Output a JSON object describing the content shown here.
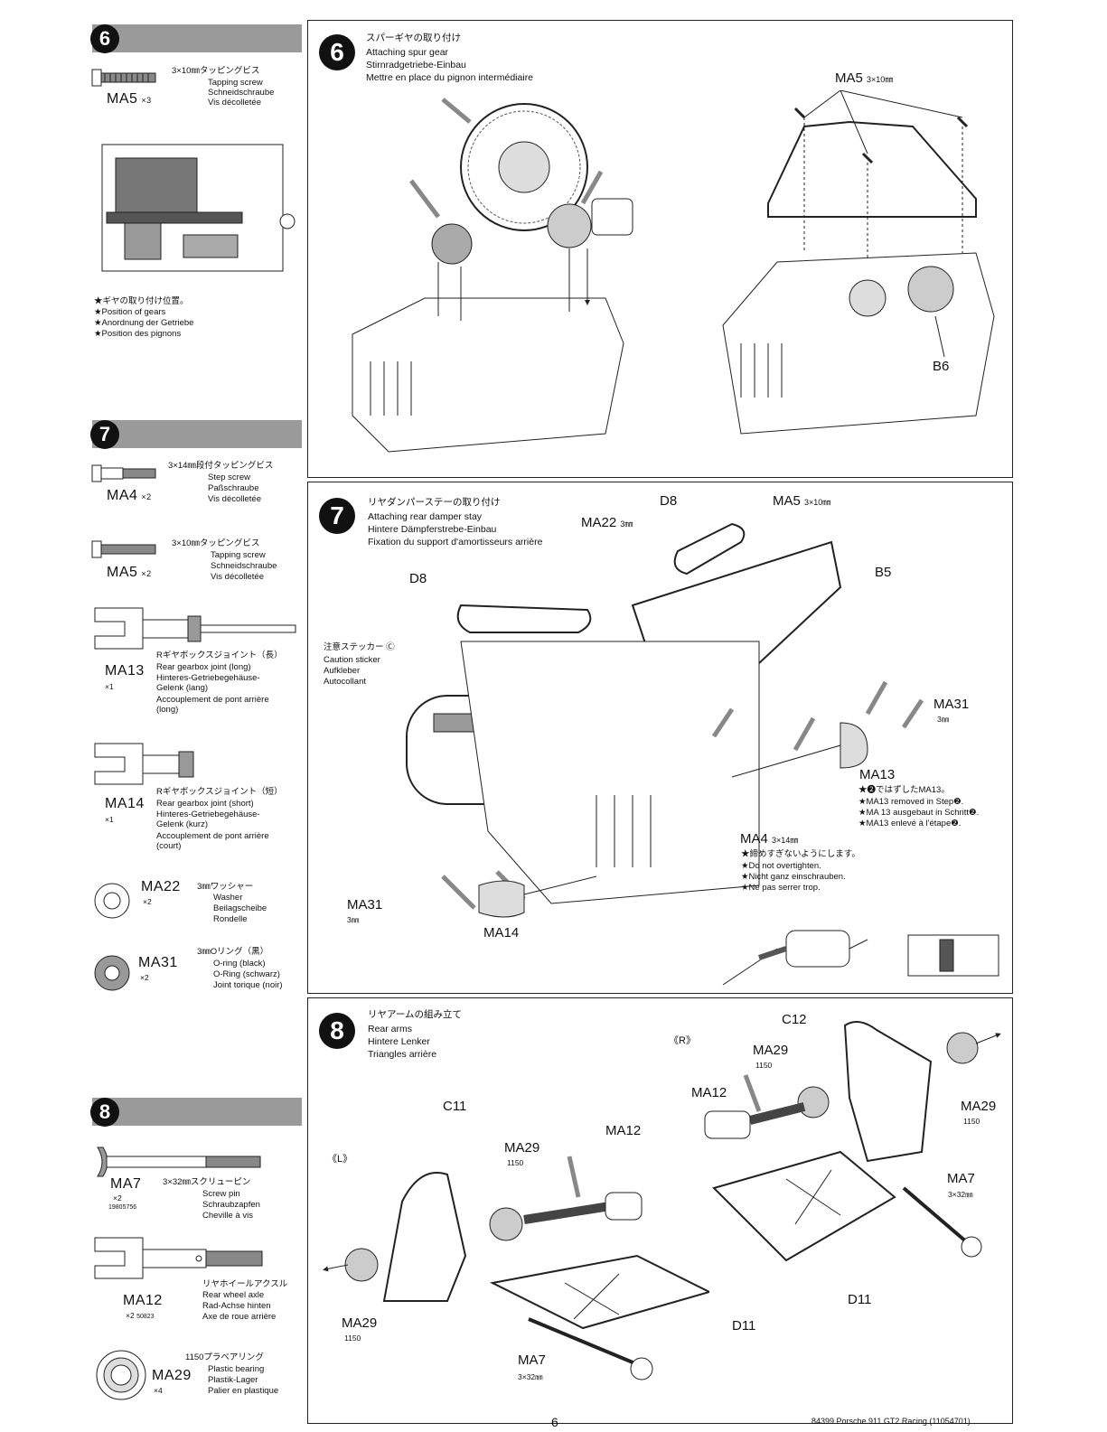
{
  "left": {
    "s6": {
      "num": "6",
      "screw": {
        "ja": "3×10㎜タッピングビス",
        "en": "Tapping screw",
        "de": "Schneidschraube",
        "fr": "Vis décolletée",
        "code": "MA5",
        "qty": "×3"
      },
      "notes": [
        "★ギヤの取り付け位置。",
        "★Position of gears",
        "★Anordnung der Getriebe",
        "★Position des pignons"
      ]
    },
    "s7": {
      "num": "7",
      "ma4": {
        "ja": "3×14㎜段付タッピングビス",
        "en": "Step screw",
        "de": "Paßschraube",
        "fr": "Vis décolletée",
        "code": "MA4",
        "qty": "×2"
      },
      "ma5": {
        "ja": "3×10㎜タッピングビス",
        "en": "Tapping screw",
        "de": "Schneidschraube",
        "fr": "Vis décolletée",
        "code": "MA5",
        "qty": "×2"
      },
      "ma13": {
        "ja": "Rギヤボックスジョイント（長）",
        "en": "Rear gearbox joint (long)",
        "de": "Hinteres-Getriebegehäuse-\nGelenk (lang)",
        "fr": "Accouplement de pont arrière\n(long)",
        "code": "MA13",
        "qty": "×1"
      },
      "ma14": {
        "ja": "Rギヤボックスジョイント（短）",
        "en": "Rear gearbox joint (short)",
        "de": "Hinteres-Getriebegehäuse-\nGelenk (kurz)",
        "fr": "Accouplement de pont arrière\n(court)",
        "code": "MA14",
        "qty": "×1"
      },
      "ma22": {
        "ja": "3㎜ワッシャー",
        "en": "Washer",
        "de": "Beilagscheibe",
        "fr": "Rondelle",
        "code": "MA22",
        "qty": "×2"
      },
      "ma31": {
        "ja": "3㎜Oリング（黒）",
        "en": "O-ring (black)",
        "de": "O-Ring (schwarz)",
        "fr": "Joint torique (noir)",
        "code": "MA31",
        "qty": "×2"
      }
    },
    "s8": {
      "num": "8",
      "ma7": {
        "ja": "3×32㎜スクリューピン",
        "en": "Screw pin",
        "de": "Schraubzapfen",
        "fr": "Cheville à vis",
        "code": "MA7",
        "qty": "×2",
        "pn": "19805756"
      },
      "ma12": {
        "ja": "リヤホイールアクスル",
        "en": "Rear wheel axle",
        "de": "Rad-Achse hinten",
        "fr": "Axe de roue arrière",
        "code": "MA12",
        "qty": "×2",
        "pn": "50823"
      },
      "ma29": {
        "ja": "1150プラベアリング",
        "en": "Plastic bearing",
        "de": "Plastik-Lager",
        "fr": "Palier en plastique",
        "code": "MA29",
        "qty": "×4"
      }
    }
  },
  "panel6": {
    "num": "6",
    "title": [
      "スパーギヤの取り付け",
      "Attaching spur gear",
      "Stirnradgetriebe-Einbau",
      "Mettre en place du pignon intermédiaire"
    ],
    "ma5": "MA5",
    "ma5_size": "3×10㎜",
    "b6": "B6"
  },
  "panel7": {
    "num": "7",
    "title": [
      "リヤダンパーステーの取り付け",
      "Attaching rear damper stay",
      "Hintere Dämpferstrebe-Einbau",
      "Fixation du support d'amortisseurs arrière"
    ],
    "d8a": "D8",
    "d8b": "D8",
    "ma22": "MA22",
    "ma22_size": "3㎜",
    "ma5": "MA5",
    "ma5_size": "3×10㎜",
    "b5": "B5",
    "sticker": [
      "注意ステッカー Ⓒ",
      "Caution sticker",
      "Aufkleber",
      "Autocollant"
    ],
    "ma31r": "MA31",
    "ma31r_size": "3㎜",
    "ma13": "MA13",
    "ma13_notes": [
      "★❷ではずしたMA13。",
      "★MA13 removed in Step❷.",
      "★MA 13 ausgebaut in Schritt❷.",
      "★MA13 enlevé à l'étape❷."
    ],
    "ma4": "MA4",
    "ma4_size": "3×14㎜",
    "ma4_notes": [
      "★締めすぎないようにします。",
      "★Do not overtighten.",
      "★Nicht ganz einschrauben.",
      "★Ne pas serrer trop."
    ],
    "ma31l": "MA31",
    "ma31l_size": "3㎜",
    "ma14": "MA14"
  },
  "panel8": {
    "num": "8",
    "title": [
      "リヤアームの組み立て",
      "Rear arms",
      "Hintere Lenker",
      "Triangles arrière"
    ],
    "L": "《L》",
    "R": "《R》",
    "c11": "C11",
    "c12": "C12",
    "ma29a": "MA29",
    "ma29a_n": "1150",
    "ma12a": "MA12",
    "ma29b": "MA29",
    "ma29b_n": "1150",
    "ma7a": "MA7",
    "ma7a_size": "3×32㎜",
    "d11a": "D11",
    "ma29c": "MA29",
    "ma29c_n": "1150",
    "ma12b": "MA12",
    "ma29d": "MA29",
    "ma29d_n": "1150",
    "ma7b": "MA7",
    "ma7b_size": "3×32㎜",
    "d11b": "D11"
  },
  "footer": {
    "page": "6",
    "model": "84399  Porsche 911 GT2 Racing (11054701)"
  }
}
